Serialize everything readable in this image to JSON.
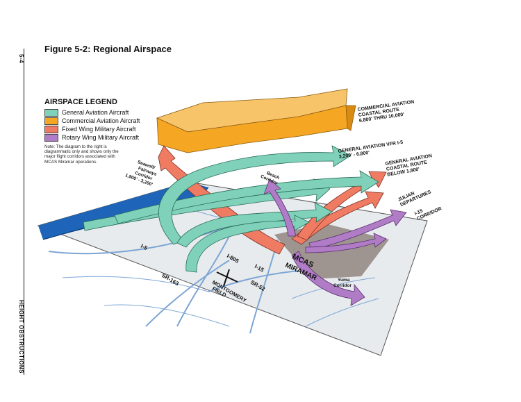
{
  "page": {
    "page_number": "5-4",
    "section_label": "HEIGHT OBSTRUCTIONS"
  },
  "figure": {
    "title": "Figure 5-2: Regional Airspace"
  },
  "legend": {
    "title": "AIRSPACE LEGEND",
    "items": [
      {
        "label": "General Aviation Aircraft",
        "color": "#7fd1b9"
      },
      {
        "label": "Commercial Aviation Aircraft",
        "color": "#f5a623"
      },
      {
        "label": "Fixed Wing Military Aircraft",
        "color": "#ef7b63"
      },
      {
        "label": "Rotary Wing Military Aircraft",
        "color": "#b07cc6"
      }
    ],
    "note": "Note: The diagram to the right is diagrammatic only and shows only the major flight corridors associated with MCAS Miramar operations."
  },
  "labels": {
    "commercial_route": [
      "COMMERCIAL AVIATION",
      "COASTAL ROUTE",
      "6,800' THRU 10,000'"
    ],
    "ga_vfr": [
      "GENERAL AVIATION VFR I-5",
      "3,200' - 6,800'"
    ],
    "ga_coastal": [
      "GENERAL AVIATION",
      "COASTAL ROUTE",
      "BELOW 1,800'"
    ],
    "julian": [
      "JULIAN",
      "DEPARTURES"
    ],
    "i15_corridor": [
      "I-15",
      "CORRIDOR"
    ],
    "seawolf": [
      "Seawolf/",
      "Fairways",
      "Corridor",
      "1,900' - 3,200'"
    ],
    "beach": [
      "Beach",
      "Corridor"
    ],
    "yuma": [
      "Yuma",
      "Corridor"
    ],
    "mcas": [
      "MCAS",
      "MIRAMAR"
    ],
    "roads": {
      "i5": "I-5",
      "i805": "I-805",
      "i15": "I-15",
      "sr163": "SR-163",
      "sr52": "SR-52"
    },
    "montgomery": [
      "MONTGOMERY",
      "FIELD"
    ]
  },
  "colors": {
    "ocean": "#1e64b8",
    "land": "#e7ebee",
    "mcas_zone": "#9a8f8a",
    "roads": "#7ea6d4",
    "ga": "#7fd1b9",
    "commercial": "#f5a623",
    "fixed_wing": "#ef7b63",
    "rotary": "#b07cc6"
  }
}
